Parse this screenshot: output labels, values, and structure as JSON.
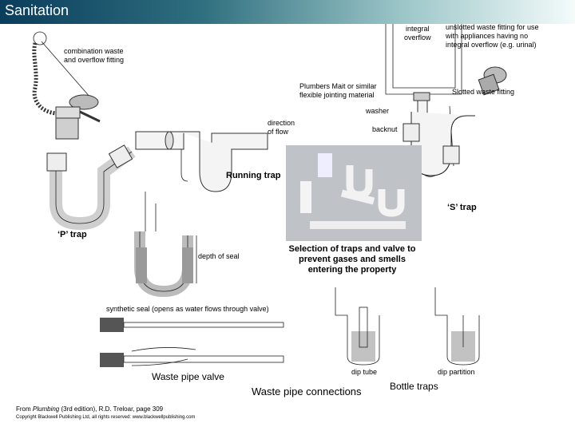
{
  "title": "Sanitation",
  "labels": {
    "integral_overflow": "integral\noverflow",
    "unslotted": "unslotted waste fitting for use\nwith appliances having no\nintegral overflow (e.g. urinal)",
    "combination": "combination waste\nand overflow fitting",
    "plumbers_mait": "Plumbers Mait or similar\nflexible jointing material",
    "slotted": "Slotted waste fitting",
    "washer": "washer",
    "direction_of_flow": "direction\nof flow",
    "backnut": "backnut",
    "running_trap": "Running trap",
    "s_trap": "‘S’ trap",
    "p_trap": "‘P’ trap",
    "depth_of_seal": "depth of seal",
    "selection": "Selection of traps and valve to\nprevent gases and smells\nentering the property",
    "synthetic_seal": "synthetic seal (opens as water flows through valve)",
    "dip_tube": "dip tube",
    "dip_partition": "dip partition",
    "waste_pipe_valve": "Waste pipe valve",
    "waste_pipe_connections": "Waste pipe connections",
    "bottle_traps": "Bottle traps"
  },
  "citation": {
    "prefix": "From ",
    "book": "Plumbing",
    "rest": " (3rd edition), R.D. Treloar, page 309"
  },
  "copyright": "Copyright Blackwell Publishing Ltd, all rights reserved: www.blackwellpublishing.com"
}
